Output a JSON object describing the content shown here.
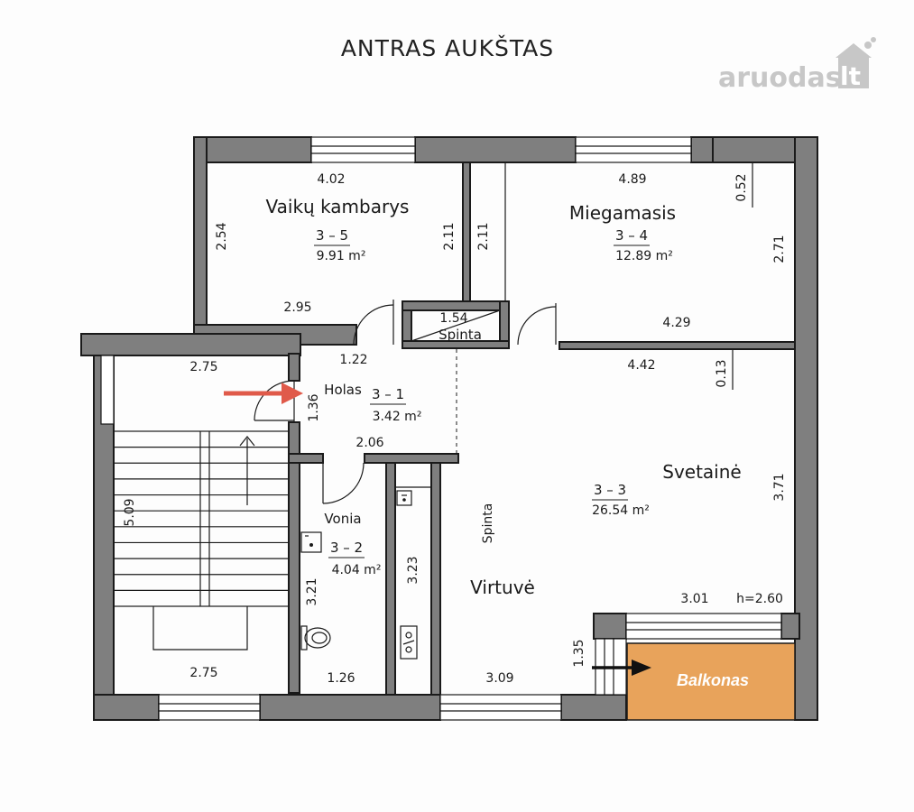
{
  "header": {
    "title": "ANTRAS AUKŠTAS"
  },
  "watermark": {
    "brand": "aruodas",
    "suffix": "lt"
  },
  "rooms": {
    "kids_room": {
      "name": "Vaikų kambarys",
      "code": "3 – 5",
      "area": "9.91 m²"
    },
    "bedroom": {
      "name": "Miegamasis",
      "code": "3 – 4",
      "area": "12.89 m²"
    },
    "hall": {
      "name": "Holas",
      "code": "3 – 1",
      "area": "3.42 m²"
    },
    "bath": {
      "name": "Vonia",
      "code": "3 – 2",
      "area": "4.04 m²"
    },
    "living": {
      "name": "Svetainė",
      "code": "3 – 3",
      "area": "26.54 m²"
    },
    "kitchen": {
      "name": "Virtuvė"
    },
    "balcony": {
      "name": "Balkonas"
    }
  },
  "labels": {
    "closet_top": "Spinta",
    "closet_kitchen": "Spinta",
    "height": "h=2.60"
  },
  "dimensions": {
    "kids_top": "4.02",
    "kids_left": "2.54",
    "kids_right": "2.11",
    "kids_bottom": "2.95",
    "bed_top": "4.89",
    "bed_left": "2.11",
    "bed_niche": "0.52",
    "bed_right": "2.71",
    "bed_bottom": "4.29",
    "closet_width": "1.54",
    "hall_top": "1.22",
    "hall_left": "1.36",
    "hall_bottom": "2.06",
    "stair_top": "2.75",
    "stair_side": "5.09",
    "stair_bottom": "2.75",
    "living_top": "4.42",
    "living_niche": "0.13",
    "living_right": "3.71",
    "living_bottom": "3.01",
    "bath_left": "3.21",
    "bath_bottom": "1.26",
    "kitchen_wall": "3.23",
    "kitchen_bottom": "3.09",
    "balcony_side": "1.35"
  },
  "colors": {
    "wall": "#7f7f7f",
    "balcony": "#e8a35b",
    "arrow_red": "#e05a4a",
    "arrow_black": "#111111"
  },
  "icons": [
    "entry-arrow-icon",
    "balcony-arrow-icon",
    "sink-icon",
    "toilet-icon",
    "stove-icon",
    "stairs-direction-icon",
    "door-swing-icon"
  ]
}
